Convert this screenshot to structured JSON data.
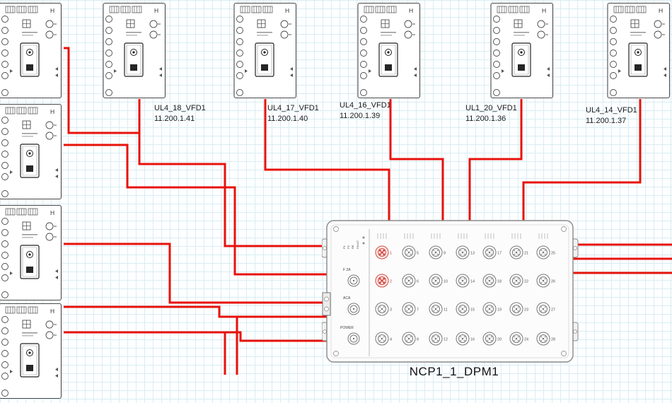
{
  "colors": {
    "wire": "#e8120c",
    "grid": "#d9edf3",
    "background": "#fdfeff"
  },
  "device_drawing": {
    "h_label": "H"
  },
  "labels": [
    {
      "name": "UL4_18_VFD1",
      "ip": "11.200.1.41"
    },
    {
      "name": "UL4_17_VFD1",
      "ip": "11.200.1.40"
    },
    {
      "name": "UL4_16_VFD1",
      "ip": "11.200.1.39"
    },
    {
      "name": "UL1_20_VFD1",
      "ip": "11.200.1.36"
    },
    {
      "name": "UL4_14_VFD1",
      "ip": "11.200.1.37"
    }
  ],
  "module": {
    "title": "NCP1_1_DPM1",
    "led_labels": [
      "P1",
      "P2",
      "RE",
      "FAULT"
    ],
    "left_connectors": [
      "F 2A",
      "ACA",
      "POWER"
    ],
    "ports": {
      "count": 28,
      "per_column": 4,
      "highlighted": [
        1,
        2
      ]
    }
  }
}
